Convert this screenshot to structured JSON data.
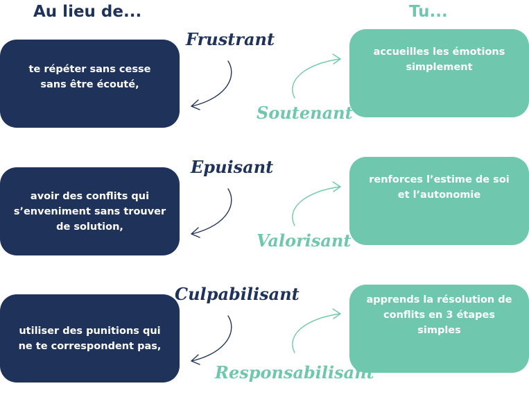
{
  "headers": {
    "left": "Au lieu de...",
    "right": "Tu..."
  },
  "rows": [
    {
      "negative_word": "Frustrant",
      "left_text": "te répéter sans cesse\nsans être écouté,",
      "right_text": "accueilles les émotions\nsimplement",
      "positive_word": "Soutenant"
    },
    {
      "negative_word": "Epuisant",
      "left_text": "avoir des conflits qui\ns’enveniment sans trouver\nde solution,",
      "right_text": "renforces l’estime de soi\net l’autonomie",
      "positive_word": "Valorisant"
    },
    {
      "negative_word": "Culpabilisant",
      "left_text": "utiliser des punitions qui\nne te correspondent pas,",
      "right_text": "apprends la résolution de\nconflits en 3 étapes\nsimples",
      "positive_word": "Responsabilisant"
    }
  ],
  "colors": {
    "navy": "#1e325a",
    "mint": "#6fc8ad"
  }
}
